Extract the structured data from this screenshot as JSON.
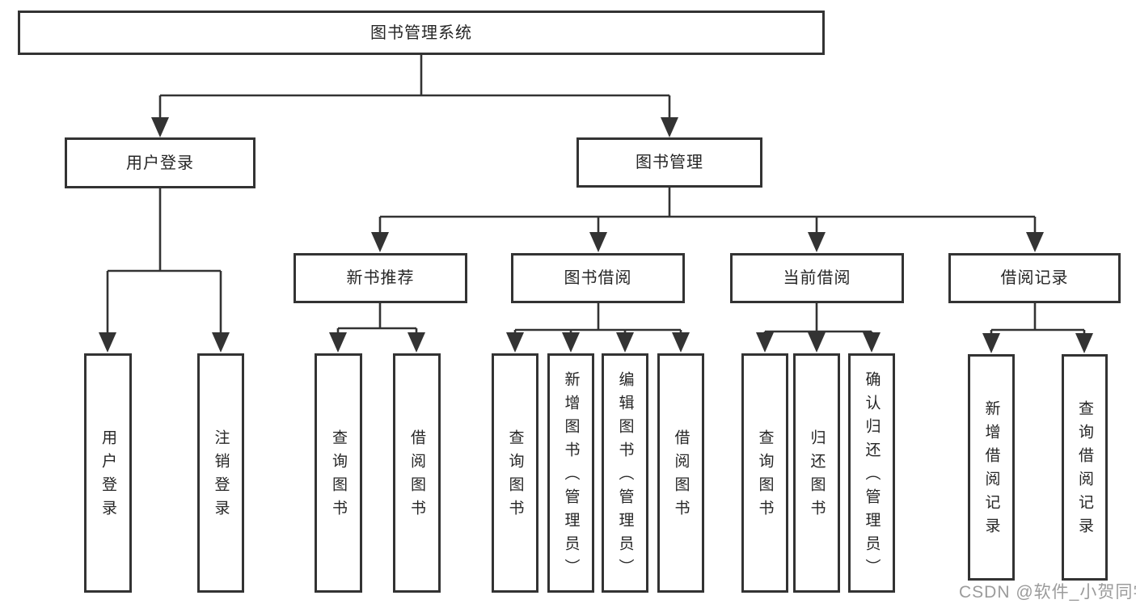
{
  "title": "图书管理系统",
  "watermark": "CSDN @软件_小贺同学",
  "colors": {
    "line": "#333333",
    "border": "#333333",
    "text": "#262626",
    "watermark": "#9b9b9b",
    "background": "#ffffff"
  },
  "nodes": {
    "root": {
      "label": "图书管理系统"
    },
    "userLogin": {
      "label": "用户登录"
    },
    "bookMgmt": {
      "label": "图书管理"
    },
    "newBookRec": {
      "label": "新书推荐"
    },
    "bookBorrow": {
      "label": "图书借阅"
    },
    "currentBorrow": {
      "label": "当前借阅"
    },
    "borrowRecords": {
      "label": "借阅记录"
    },
    "loginUser": {
      "label": "用户登录"
    },
    "logoutUser": {
      "label": "注销登录"
    },
    "recQuery": {
      "label": "查询图书"
    },
    "recBorrow": {
      "label": "借阅图书"
    },
    "bbQuery": {
      "label": "查询图书"
    },
    "bbAdd": {
      "label": "新增图书（管理员）"
    },
    "bbEdit": {
      "label": "编辑图书（管理员）"
    },
    "bbBorrow": {
      "label": "借阅图书"
    },
    "cbQuery": {
      "label": "查询图书"
    },
    "cbReturn": {
      "label": "归还图书"
    },
    "cbConfirm": {
      "label": "确认归还（管理员）"
    },
    "brAdd": {
      "label": "新增借阅记录"
    },
    "brQuery": {
      "label": "查询借阅记录"
    }
  },
  "edges": [
    [
      "root",
      "userLogin"
    ],
    [
      "root",
      "bookMgmt"
    ],
    [
      "userLogin",
      "loginUser"
    ],
    [
      "userLogin",
      "logoutUser"
    ],
    [
      "bookMgmt",
      "newBookRec"
    ],
    [
      "bookMgmt",
      "bookBorrow"
    ],
    [
      "bookMgmt",
      "currentBorrow"
    ],
    [
      "bookMgmt",
      "borrowRecords"
    ],
    [
      "newBookRec",
      "recQuery"
    ],
    [
      "newBookRec",
      "recBorrow"
    ],
    [
      "bookBorrow",
      "bbQuery"
    ],
    [
      "bookBorrow",
      "bbAdd"
    ],
    [
      "bookBorrow",
      "bbEdit"
    ],
    [
      "bookBorrow",
      "bbBorrow"
    ],
    [
      "currentBorrow",
      "cbQuery"
    ],
    [
      "currentBorrow",
      "cbReturn"
    ],
    [
      "currentBorrow",
      "cbConfirm"
    ],
    [
      "borrowRecords",
      "brAdd"
    ],
    [
      "borrowRecords",
      "brQuery"
    ]
  ]
}
